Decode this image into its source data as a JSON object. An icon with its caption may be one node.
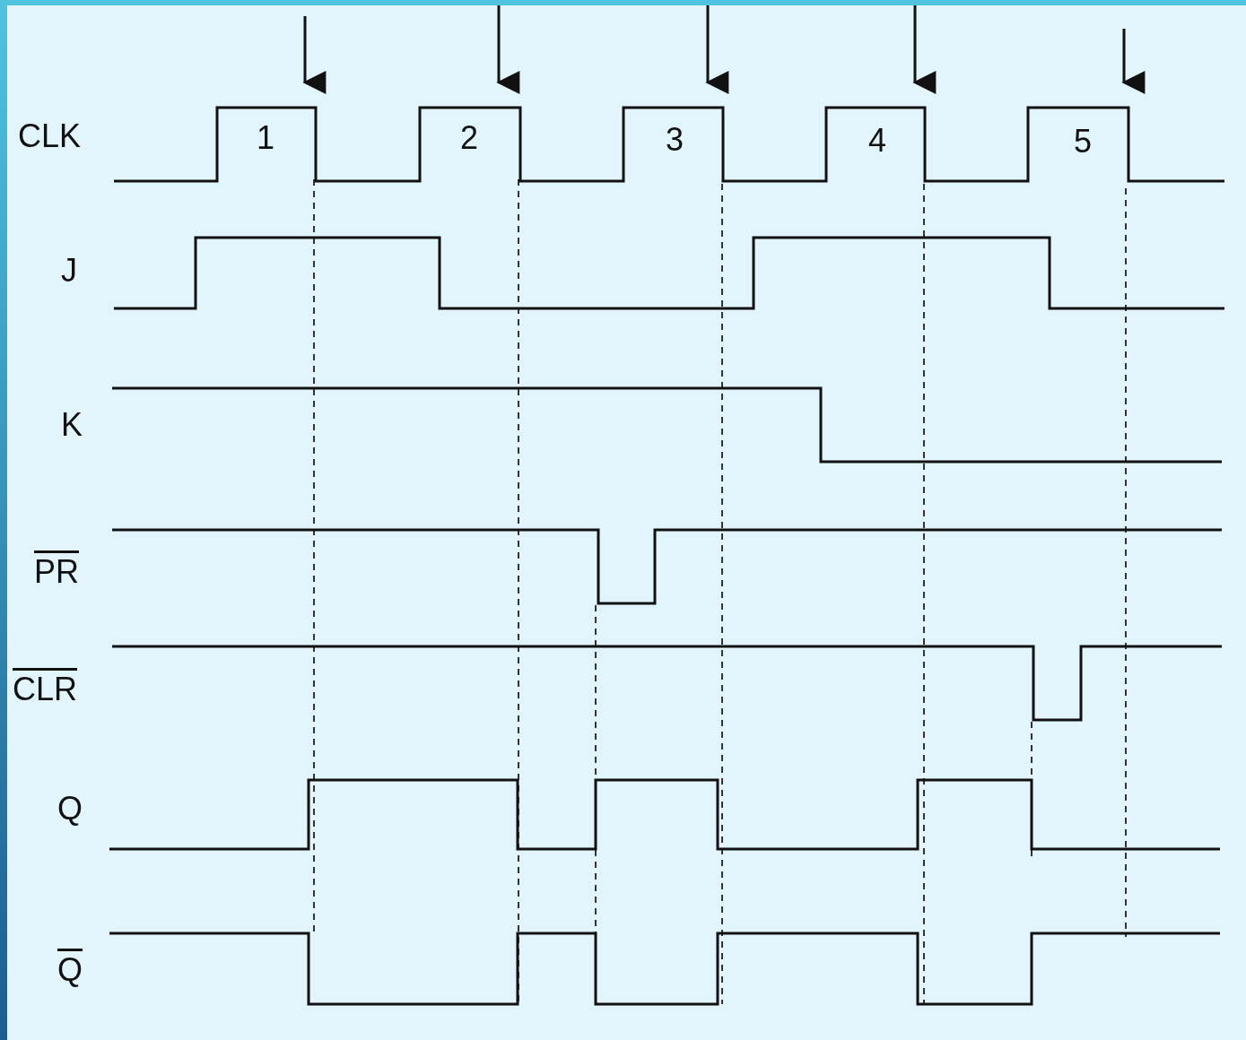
{
  "diagram": {
    "labels": [
      "CLK",
      "J",
      "K",
      "PR",
      "CLR",
      "Q",
      "Q",
      "1",
      "2",
      "3",
      "4",
      "5"
    ]
  }
}
